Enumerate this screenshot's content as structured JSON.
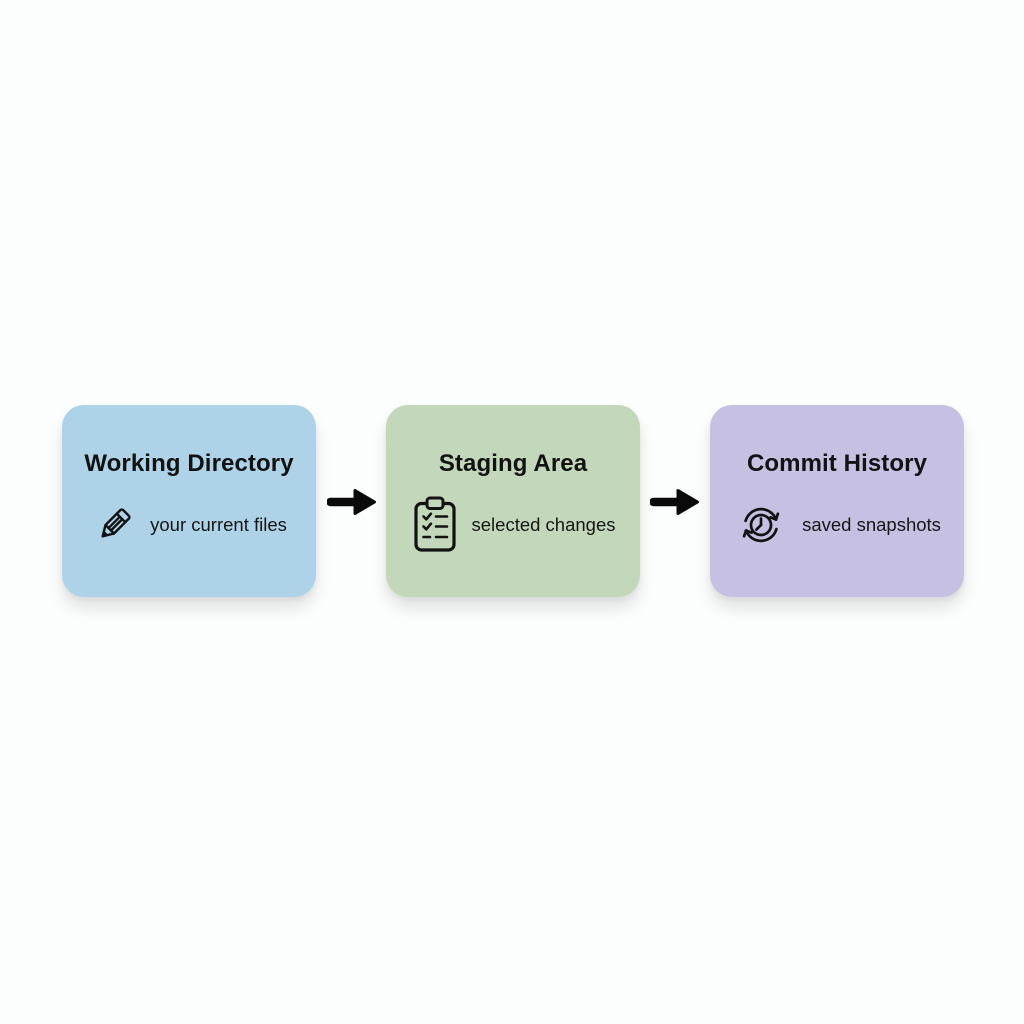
{
  "background": "#fcfdfd",
  "text_color": "#121212",
  "arrows": {
    "color": "#0a0a0a"
  },
  "cards": [
    {
      "title": "Working Directory",
      "subtitle": "your current files",
      "bg": "#aed3e8",
      "icon": "pencil-icon"
    },
    {
      "title": "Staging Area",
      "subtitle": "selected changes",
      "bg": "#c3d8ba",
      "icon": "clipboard-checklist-icon"
    },
    {
      "title": "Commit History",
      "subtitle": "saved snapshots",
      "bg": "#c6c0e3",
      "icon": "history-clock-icon"
    }
  ]
}
